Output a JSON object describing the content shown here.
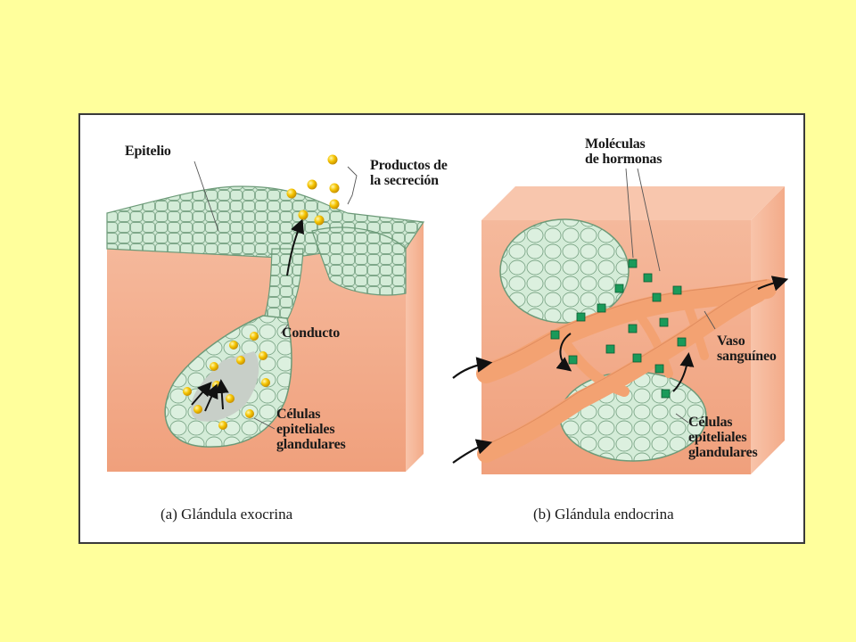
{
  "panel_a": {
    "label_epithelium": "Epitelio",
    "label_products": "Productos de\nla secreción",
    "label_duct": "Conducto",
    "label_cells": "Células\nepiteliales\nglandulares",
    "caption": "(a) Glándula exocrina"
  },
  "panel_b": {
    "label_molecules": "Moléculas\nde hormonas",
    "label_vessel": "Vaso\nsanguíneo",
    "label_cells": "Células\nepiteliales\nglandulares",
    "caption": "(b) Glándula endocrina"
  },
  "colors": {
    "slide_background": "#ffff9c",
    "tissue": "#f4b193",
    "epithelial_cell": "#d4ecd8",
    "secretion_granule": "#f5c400",
    "hormone": "#1a9a5a",
    "blood_vessel": "#f3a272"
  }
}
